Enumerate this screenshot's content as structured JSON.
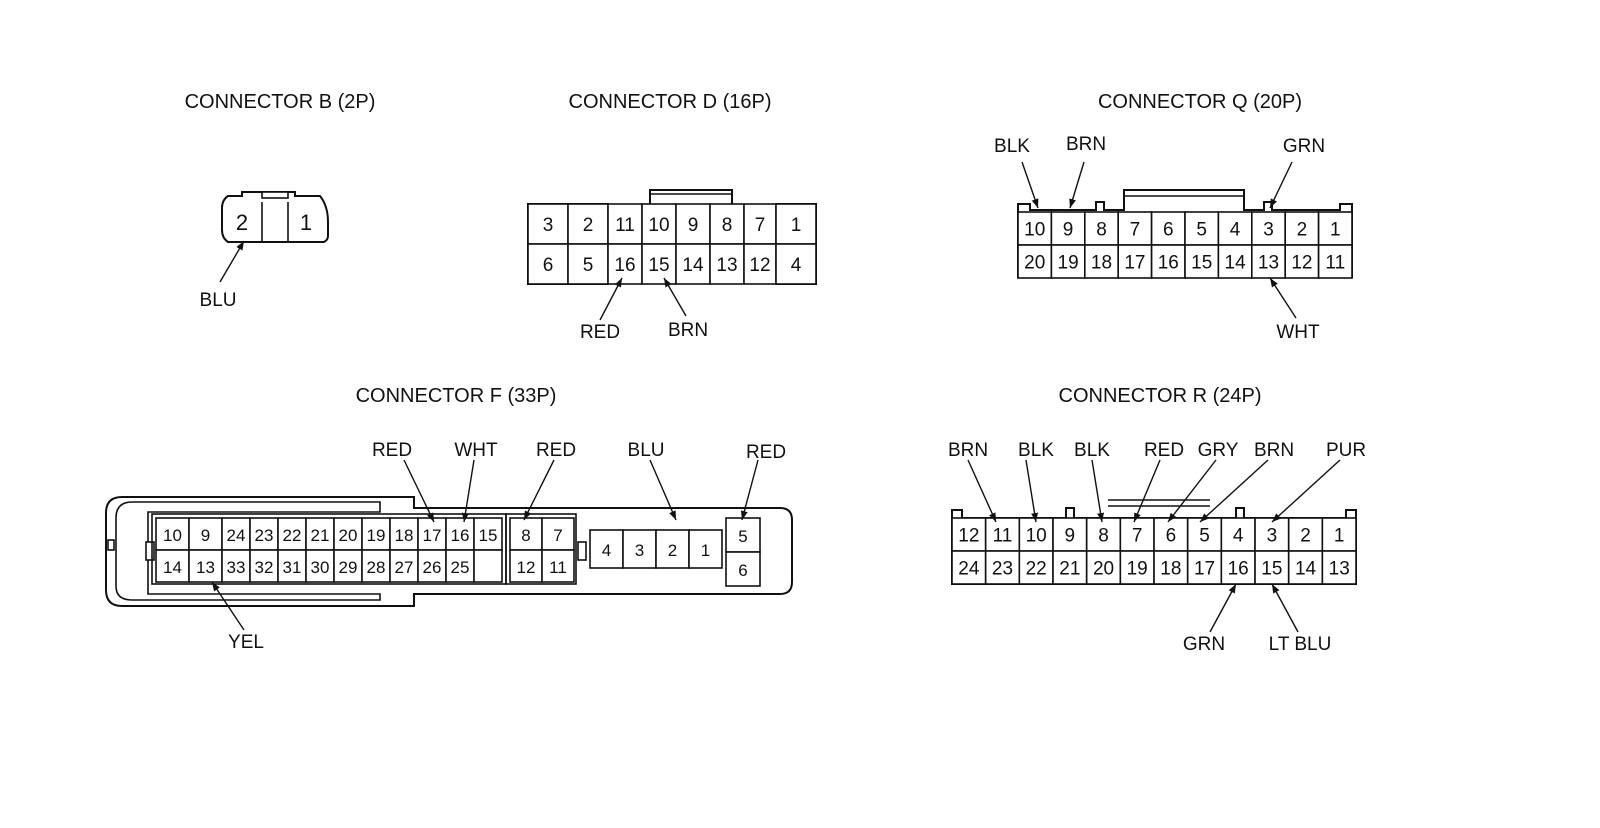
{
  "connectors": {
    "b": {
      "title": "CONNECTOR B (2P)",
      "rows": [
        [
          "2",
          "",
          "1"
        ]
      ],
      "wires": [
        "BLU"
      ]
    },
    "d": {
      "title": "CONNECTOR D (16P)",
      "rows": [
        [
          "3",
          "2",
          "11",
          "10",
          "9",
          "8",
          "7",
          "1"
        ],
        [
          "6",
          "5",
          "16",
          "15",
          "14",
          "13",
          "12",
          "4"
        ]
      ],
      "wires": [
        "RED",
        "BRN"
      ]
    },
    "q": {
      "title": "CONNECTOR Q (20P)",
      "rows": [
        [
          "10",
          "9",
          "8",
          "7",
          "6",
          "5",
          "4",
          "3",
          "2",
          "1"
        ],
        [
          "20",
          "19",
          "18",
          "17",
          "16",
          "15",
          "14",
          "13",
          "12",
          "11"
        ]
      ],
      "wires": [
        "BLK",
        "BRN",
        "GRN",
        "WHT"
      ]
    },
    "f": {
      "title": "CONNECTOR F (33P)",
      "blocks": [
        {
          "rows": [
            [
              "10",
              "9"
            ],
            [
              "14",
              "13"
            ]
          ]
        },
        {
          "rows": [
            [
              "24",
              "23",
              "22",
              "21",
              "20",
              "19",
              "18",
              "17",
              "16",
              "15"
            ],
            [
              "33",
              "32",
              "31",
              "30",
              "29",
              "28",
              "27",
              "26",
              "25",
              ""
            ]
          ]
        },
        {
          "rows": [
            [
              "8",
              "7"
            ],
            [
              "12",
              "11"
            ]
          ]
        },
        {
          "rows": [
            [
              "4",
              "3",
              "2",
              "1"
            ]
          ]
        },
        {
          "rows": [
            [
              "5"
            ],
            [
              "6"
            ]
          ]
        }
      ],
      "wires": [
        "RED",
        "WHT",
        "RED",
        "BLU",
        "RED",
        "YEL"
      ]
    },
    "r": {
      "title": "CONNECTOR R (24P)",
      "rows": [
        [
          "12",
          "11",
          "10",
          "9",
          "8",
          "7",
          "6",
          "5",
          "4",
          "3",
          "2",
          "1"
        ],
        [
          "24",
          "23",
          "22",
          "21",
          "20",
          "19",
          "18",
          "17",
          "16",
          "15",
          "14",
          "13"
        ]
      ],
      "wires": [
        "BRN",
        "BLK",
        "BLK",
        "RED",
        "GRY",
        "BRN",
        "PUR",
        "GRN",
        "LT BLU"
      ]
    }
  }
}
